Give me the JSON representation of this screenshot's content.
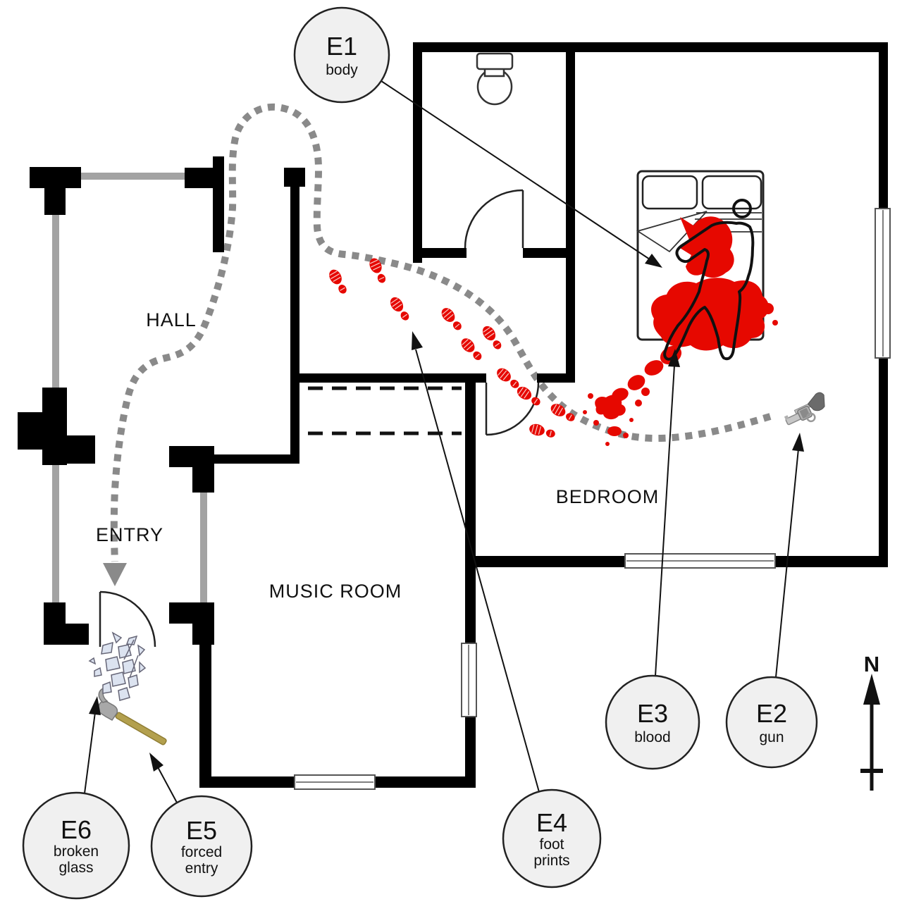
{
  "diagram": {
    "type": "crime-scene-floor-plan",
    "rooms": {
      "hall": "HALL",
      "entry": "ENTRY",
      "music_room": "MUSIC ROOM",
      "bedroom": "BEDROOM"
    },
    "evidence": {
      "e1": {
        "id": "E1",
        "label": "body"
      },
      "e2": {
        "id": "E2",
        "label": "gun"
      },
      "e3": {
        "id": "E3",
        "label": "blood"
      },
      "e4": {
        "id": "E4",
        "label_line1": "foot",
        "label_line2": "prints"
      },
      "e5": {
        "id": "E5",
        "label_line1": "forced",
        "label_line2": "entry"
      },
      "e6": {
        "id": "E6",
        "label_line1": "broken",
        "label_line2": "glass"
      }
    },
    "compass": {
      "north": "N"
    },
    "icons": {
      "north-arrow-icon": "↑",
      "entry-direction-arrow-icon": "▼"
    },
    "colors": {
      "wall": "#000000",
      "light_wall": "#a3a3a3",
      "blood": "#e60800",
      "trail": "#8a8a8a",
      "evidence_fill": "#f0f0f0",
      "glass": "#dce3f0",
      "hammer_handle": "#b3a04e",
      "gun_gray": "#9a9a9a"
    }
  }
}
